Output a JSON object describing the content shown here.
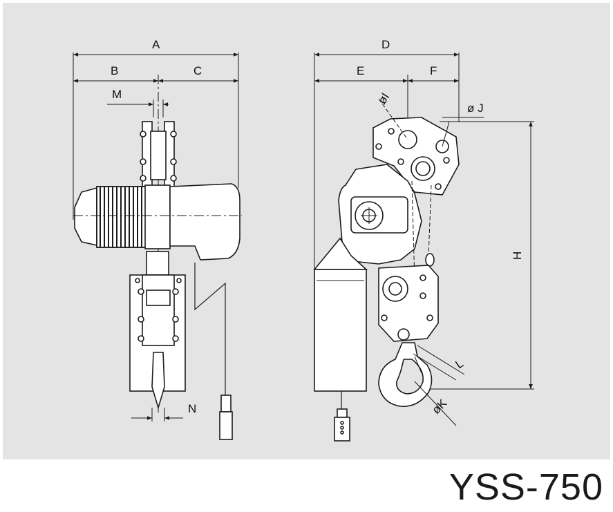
{
  "model": "YSS-750",
  "colors": {
    "background": "#e4e4e4",
    "line": "#1a1a1a",
    "body_fill": "#ffffff"
  },
  "dimensions": {
    "front_view": [
      "A",
      "B",
      "C",
      "M",
      "N"
    ],
    "side_view": [
      "D",
      "E",
      "F",
      "øI",
      "ø J",
      "H",
      "L",
      "øK"
    ]
  },
  "labels": {
    "A": "A",
    "B": "B",
    "C": "C",
    "M": "M",
    "N": "N",
    "D": "D",
    "E": "E",
    "F": "F",
    "I": "øI",
    "J": "ø J",
    "H": "H",
    "L": "L",
    "K": "øK"
  }
}
